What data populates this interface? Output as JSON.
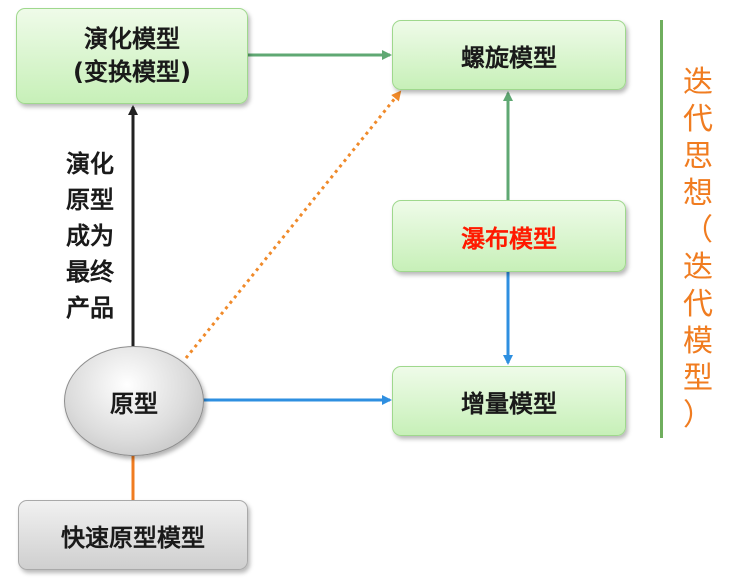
{
  "nodes": {
    "evolutionary_line1": "演化模型",
    "evolutionary_line2": "(变换模型)",
    "spiral": "螺旋模型",
    "waterfall": "瀑布模型",
    "incremental": "增量模型",
    "prototype": "原型",
    "rapid_prototype": "快速原型模型"
  },
  "edge_labels": {
    "prototype_to_evolutionary": [
      "演化",
      "原型",
      "成为",
      "最终",
      "产品"
    ]
  },
  "side_label": {
    "chars": [
      "迭",
      "代",
      "思",
      "想",
      "（",
      "迭",
      "代",
      "模",
      "型",
      "）"
    ]
  },
  "colors": {
    "box_fill_green": "#c7f0b8",
    "box_border_green": "#9fd88d",
    "box_fill_gray": "#cfcfcf",
    "arrow_green": "#5fa873",
    "arrow_blue": "#2e8fe0",
    "arrow_black": "#222222",
    "arrow_orange_dotted": "#f08a2a",
    "line_orange": "#f07c20",
    "waterfall_text": "#ff1a00",
    "side_label_text": "#f07c20",
    "side_line": "#6fae5e"
  }
}
